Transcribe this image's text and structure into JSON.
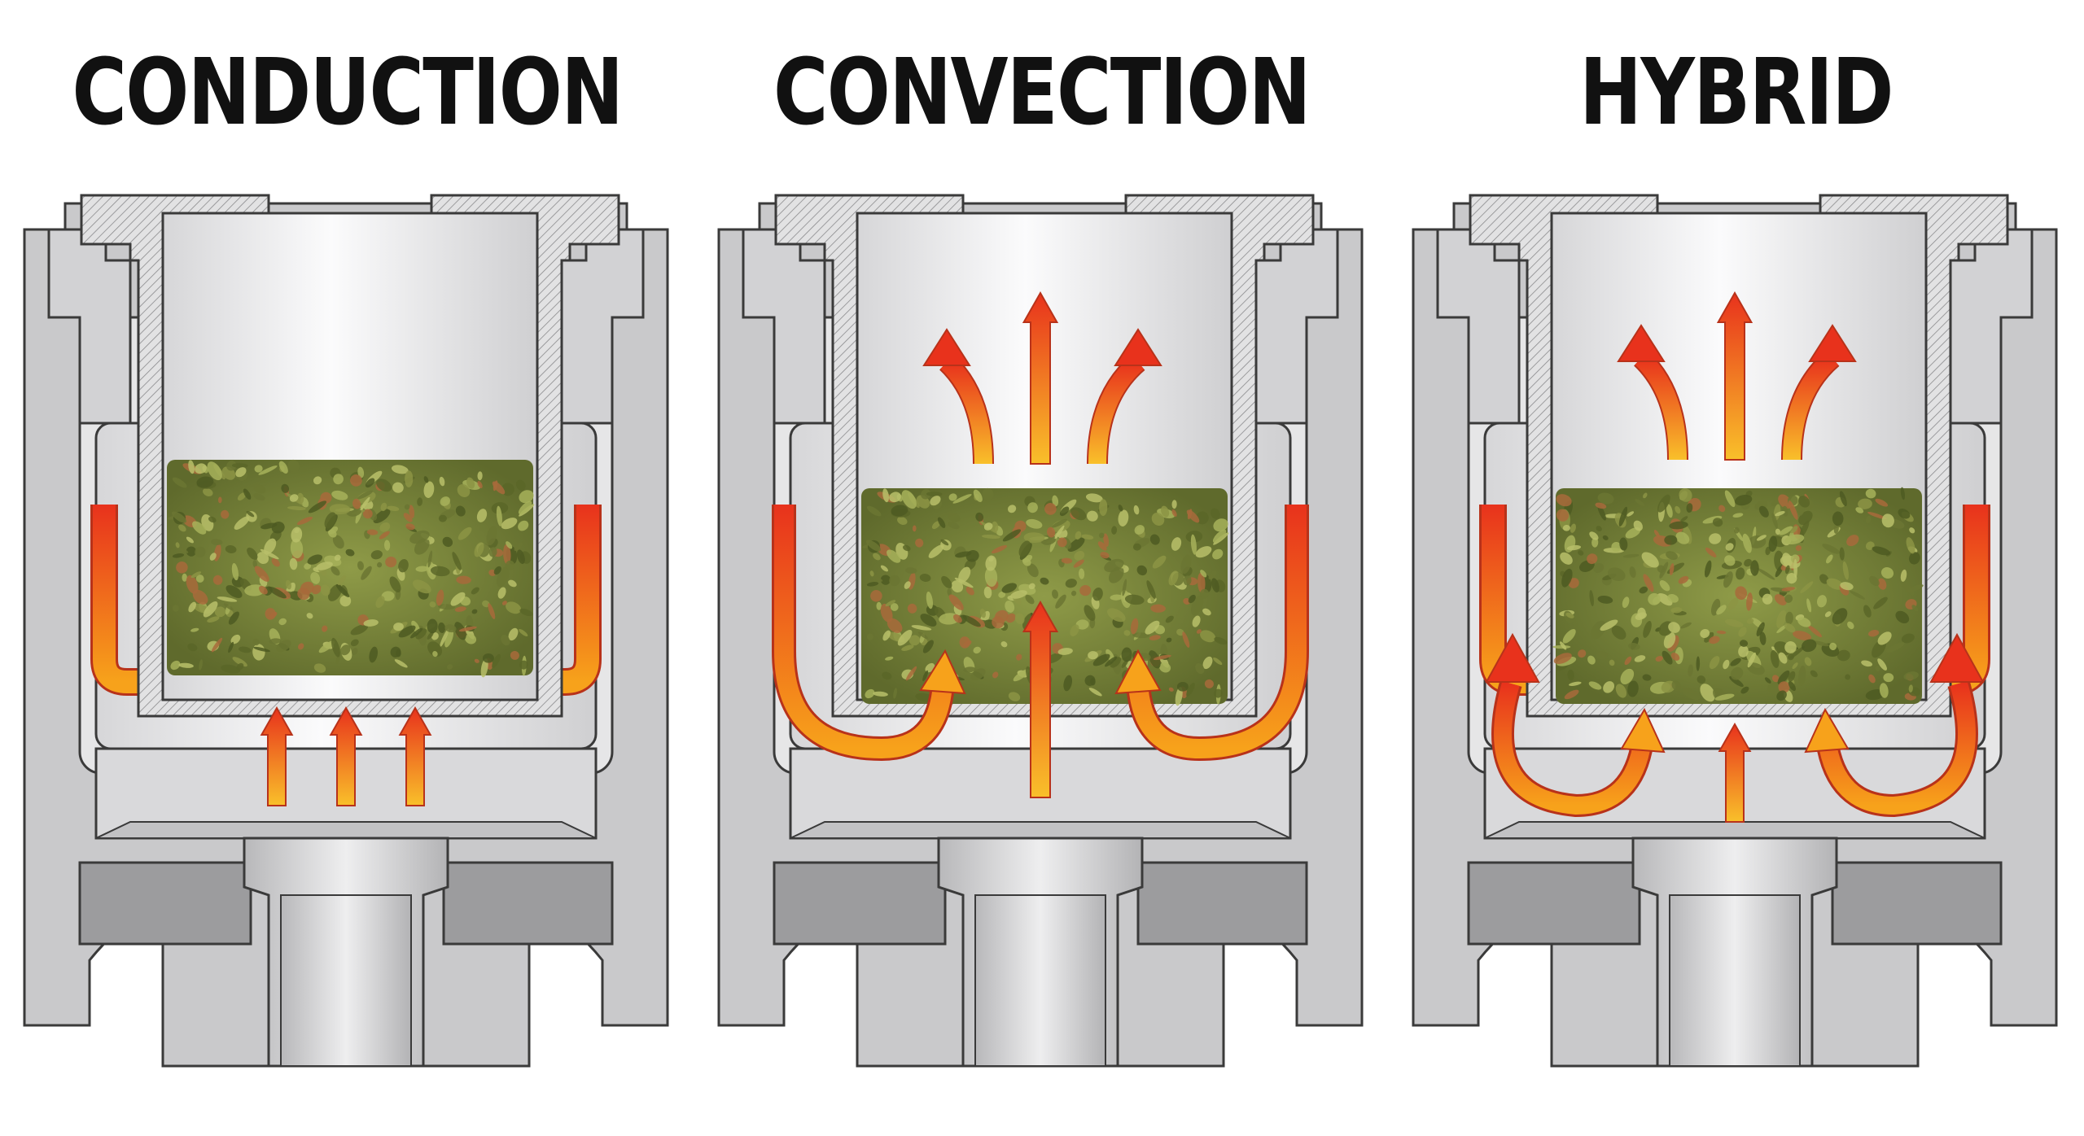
{
  "panels": [
    {
      "title": "CONDUCTION",
      "mode": "conduction"
    },
    {
      "title": "CONVECTION",
      "mode": "convection"
    },
    {
      "title": "HYBRID",
      "mode": "hybrid"
    }
  ],
  "colors": {
    "housing": "#c9c9cb",
    "housing_dark": "#9c9c9e",
    "outline": "#3a3a3a",
    "chamber_light": "#f4f4f5",
    "heat_orange": "#f7a21b",
    "heat_red": "#e8321c",
    "herb_green": "#7d8a3e"
  }
}
